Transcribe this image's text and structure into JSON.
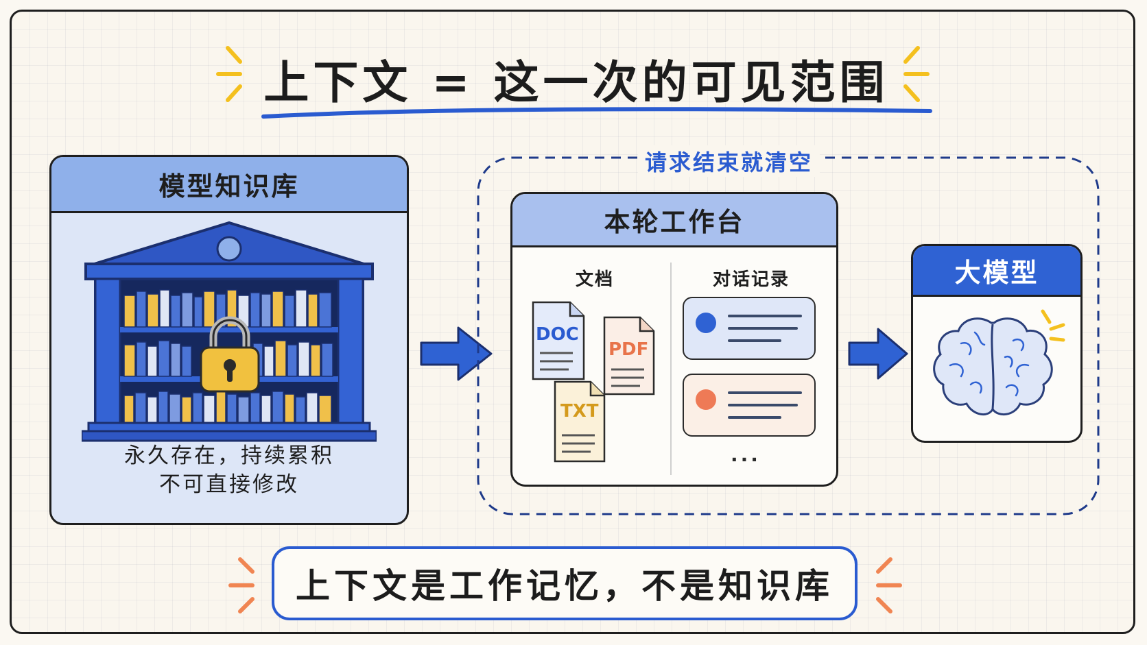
{
  "title": "上下文 = 这一次的可见范围",
  "knowledge_base": {
    "title": "模型知识库",
    "caption_line1": "永久存在，持续累积",
    "caption_line2": "不可直接修改"
  },
  "scope": {
    "label": "请求结束就清空"
  },
  "workbench": {
    "title": "本轮工作台",
    "col_docs": "文档",
    "col_chat": "对话记录",
    "files": [
      "DOC",
      "PDF",
      "TXT"
    ],
    "ellipsis": "..."
  },
  "model": {
    "title": "大模型"
  },
  "takeaway": "上下文是工作记忆，不是知识库",
  "colors": {
    "accent_blue": "#2a5bd0",
    "panel_blue": "#8fb0ea",
    "model_blue": "#2f62d3",
    "spark_yellow": "#f4c01e",
    "spark_orange": "#f08552",
    "file_doc": "#2a5bd0",
    "file_pdf": "#e8744a",
    "file_txt": "#d49a1c"
  },
  "icons": [
    "library-icon",
    "padlock-icon",
    "arrow-right-icon",
    "document-icon",
    "chat-bubble-icon",
    "brain-icon",
    "sparkle-icon"
  ]
}
